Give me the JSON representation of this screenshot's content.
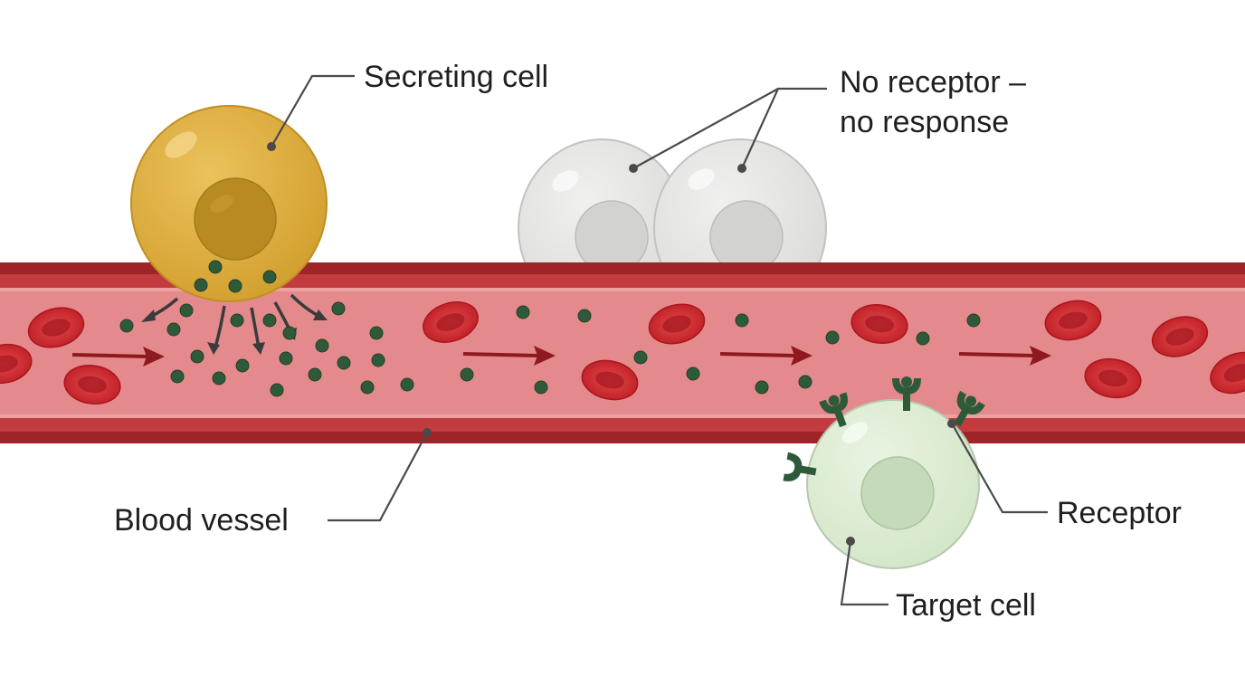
{
  "labels": {
    "secreting_cell": "Secreting cell",
    "no_receptor_line1": "No receptor –",
    "no_receptor_line2": "no response",
    "blood_vessel": "Blood vessel",
    "receptor": "Receptor",
    "target_cell": "Target cell"
  },
  "colors": {
    "vessel_wall": "#9e2428",
    "vessel_lumen": "#e48a8c",
    "red_blood_cell": "#c8262c",
    "hormone": "#2f5a3a",
    "secreting_cell": "#dba93a",
    "secreting_nucleus": "#b88a22",
    "unresponsive_cell": "#e6e7e5",
    "target_cell": "#dcecd2",
    "target_nucleus": "#c4dab8",
    "receptor": "#2f5a3a",
    "flow_arrow": "#8e1a1e"
  },
  "icons": {
    "red_blood_cell": "red-blood-cell-icon",
    "hormone": "hormone-molecule-icon",
    "receptor": "receptor-icon",
    "flow_arrow": "flow-arrow-icon"
  }
}
